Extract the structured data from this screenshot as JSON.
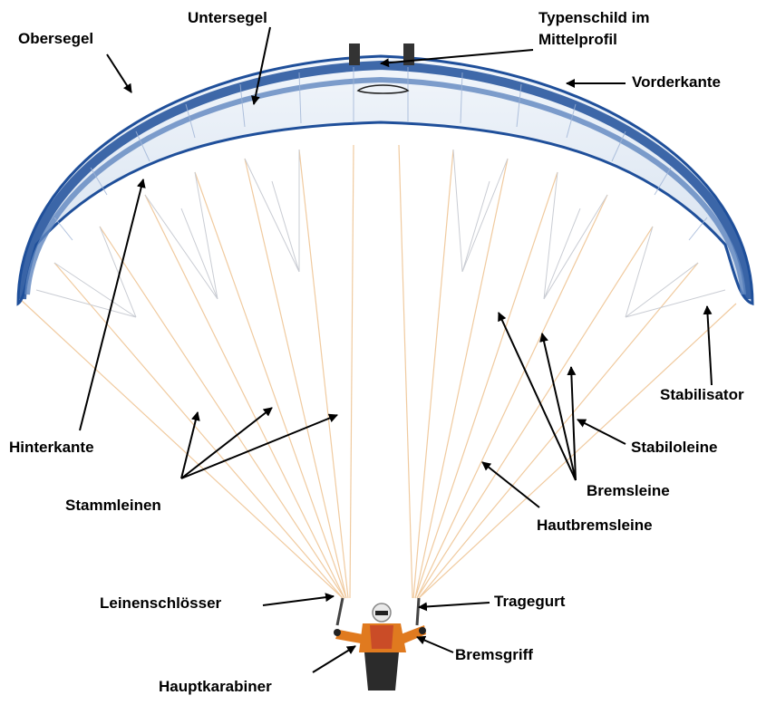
{
  "labels": {
    "obersegel": "Obersegel",
    "untersegel": "Untersegel",
    "typenschild": [
      "Typenschild im",
      "Mittelprofil"
    ],
    "vorderkante": "Vorderkante",
    "hinterkante": "Hinterkante",
    "stabilisator": "Stabilisator",
    "stabiloleine": "Stabiloleine",
    "bremsleine": "Bremsleine",
    "stammleinen": "Stammleinen",
    "hautbremsleine": "Hautbremsleine",
    "leinenschloesser": "Leinenschlösser",
    "tragegurt": "Tragegurt",
    "bremsgriff": "Bremsgriff",
    "hauptkarabiner": "Hauptkarabiner"
  },
  "colors": {
    "canopy_dark": "#1f4f9a",
    "canopy_mid": "#5f86bf",
    "canopy_light": "#dfe8f3",
    "line_orange": "#f0c89a",
    "line_grey": "#c9ccd3",
    "pilot_jacket": "#e07a1f"
  }
}
